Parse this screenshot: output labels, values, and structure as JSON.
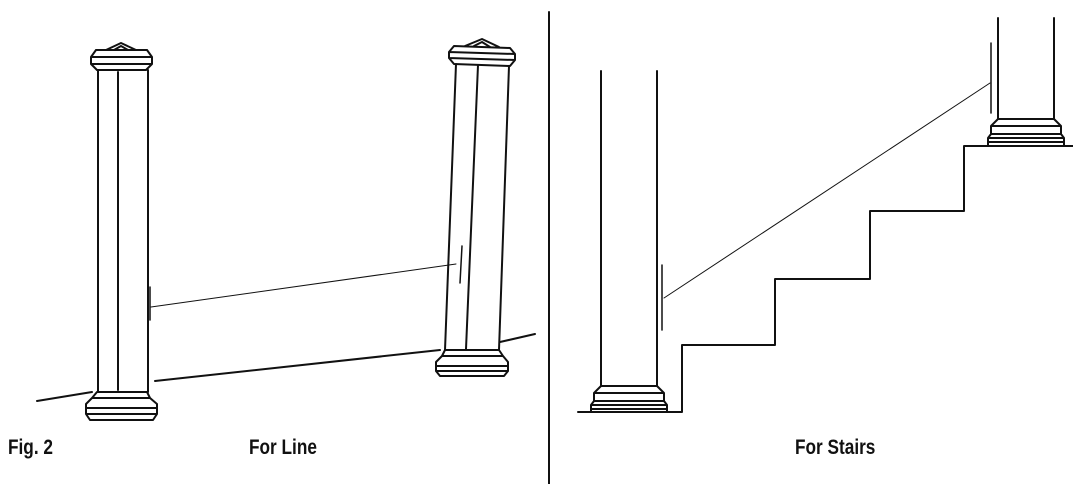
{
  "figure": {
    "label": "Fig. 2",
    "panels": [
      {
        "id": "line",
        "caption": "For Line"
      },
      {
        "id": "stairs",
        "caption": "For Stairs"
      }
    ]
  },
  "colors": {
    "ink": "#111111",
    "paper": "#ffffff",
    "post_face": "#ffffff"
  }
}
